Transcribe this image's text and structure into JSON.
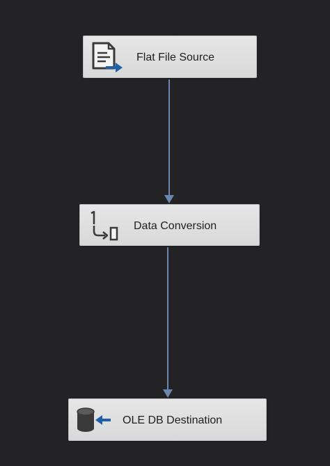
{
  "nodes": {
    "source": {
      "label": "Flat File Source",
      "icon": "flat-file-source-icon"
    },
    "conversion": {
      "label": "Data Conversion",
      "icon": "data-conversion-icon"
    },
    "destination": {
      "label": "OLE DB Destination",
      "icon": "ole-db-destination-icon"
    }
  },
  "colors": {
    "background": "#232325",
    "node_fill": "#e0e0e0",
    "connector": "#6b87ad",
    "icon_dark": "#3a3a3a",
    "icon_accent": "#1f5fa8"
  }
}
